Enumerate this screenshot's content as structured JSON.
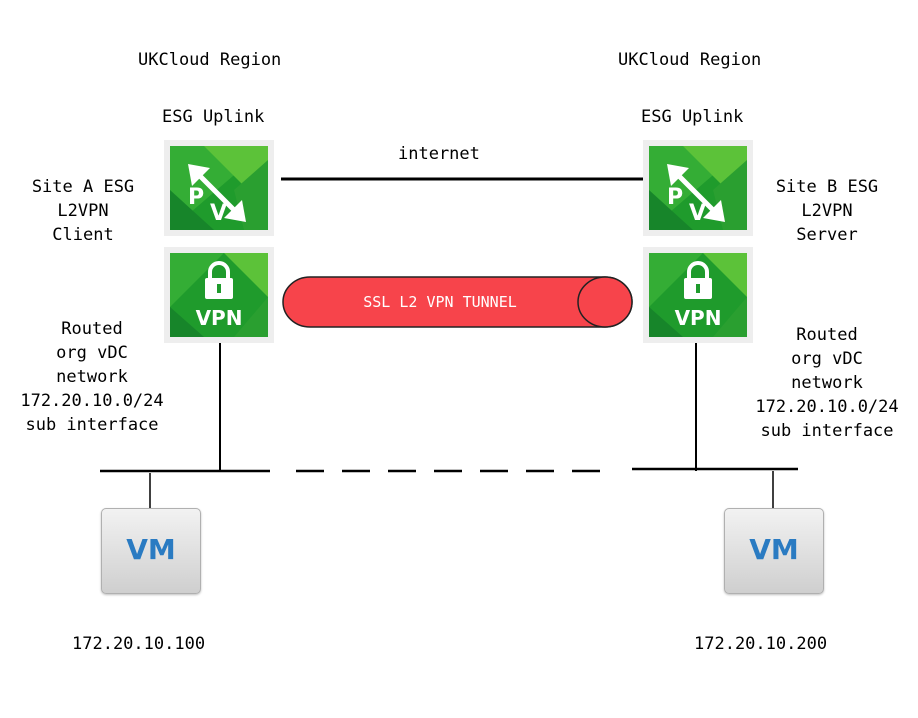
{
  "left": {
    "region": "UKCloud Region",
    "uplink": "ESG Uplink",
    "site_line1": "Site A ESG",
    "site_line2": "L2VPN",
    "site_line3": "Client",
    "net_line1": "Routed",
    "net_line2": "org vDC",
    "net_line3": "network",
    "net_line4": "172.20.10.0/24",
    "net_line5": "sub interface",
    "vm_label": "VM",
    "vm_ip": "172.20.10.100"
  },
  "right": {
    "region": "UKCloud Region",
    "uplink": "ESG Uplink",
    "site_line1": "Site B ESG",
    "site_line2": "L2VPN",
    "site_line3": "Server",
    "net_line1": "Routed",
    "net_line2": "org vDC",
    "net_line3": "network",
    "net_line4": "172.20.10.0/24",
    "net_line5": "sub interface",
    "vm_label": "VM",
    "vm_ip": "172.20.10.200"
  },
  "link": {
    "internet": "internet"
  },
  "tunnel": {
    "label": "SSL L2 VPN TUNNEL",
    "color": "#f7444b"
  },
  "icons": {
    "esg": {
      "name": "edge-gateway-icon",
      "letter_p": "P",
      "letter_v": "V"
    },
    "vpn": {
      "name": "vpn-lock-icon",
      "text": "VPN"
    },
    "green_dark": "#1f9b2c",
    "green_light": "#5cc239"
  }
}
